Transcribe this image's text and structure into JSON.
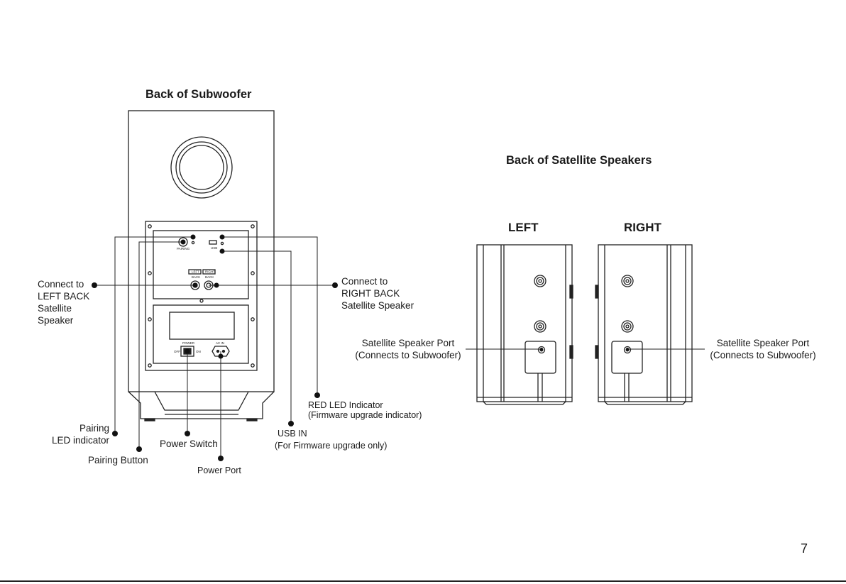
{
  "subwoofer": {
    "title": "Back of Subwoofer",
    "panel_tags": {
      "pairing": "PAIRING",
      "usb": "USB",
      "left": "LEFT",
      "right": "RIGHT",
      "back1": "BACK",
      "back2": "BACK",
      "power": "POWER",
      "ac_in": "AC IN",
      "off": "OFF",
      "on": "ON"
    },
    "labels": {
      "left_back": [
        "Connect to",
        "LEFT BACK",
        "Satellite",
        "Speaker"
      ],
      "right_back": [
        "Connect to",
        "RIGHT BACK",
        "Satellite Speaker"
      ],
      "pairing_led": [
        "Pairing",
        "LED indicator"
      ],
      "pairing_button": "Pairing Button",
      "power_switch": "Power Switch",
      "power_port": "Power Port",
      "usb_in": [
        "USB IN",
        "(For Firmware upgrade only)"
      ],
      "red_led": [
        "RED LED Indicator",
        "(Firmware upgrade indicator)"
      ]
    }
  },
  "satellites": {
    "title": "Back of Satellite Speakers",
    "left_header": "LEFT",
    "right_header": "RIGHT",
    "left_port": [
      "Satellite Speaker Port",
      "(Connects to Subwoofer)"
    ],
    "right_port": [
      "Satellite Speaker Port",
      "(Connects to Subwoofer)"
    ]
  },
  "page_number": "7"
}
